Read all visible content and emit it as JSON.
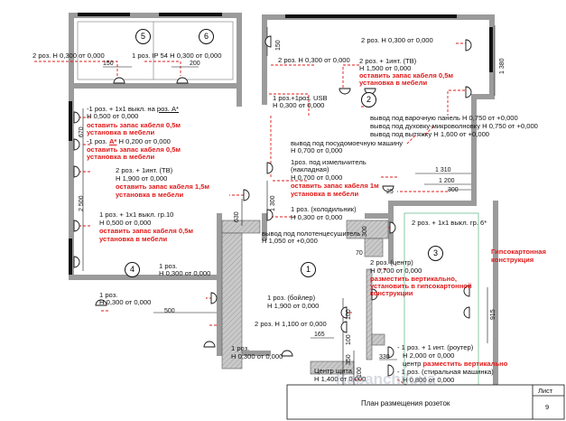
{
  "rooms": [
    "1",
    "2",
    "3",
    "4",
    "5",
    "6"
  ],
  "title_block": {
    "sheet_label": "Лист",
    "sheet_number": "9",
    "plan_title": "План размещения розеток"
  },
  "watermark": "Kabanchik.ua",
  "labels": {
    "r5_outlet": "2 роз. H 0,300 от 0,000",
    "r6_outlet": "1 роз. IP 54 H 0,300 от 0,000",
    "r2_top_right": "2 роз. H 0,300 от 0,000",
    "r2_top_mid": "2 роз. H 0,300 от 0,000",
    "r2_tv_l1": "2 роз. + 1инт. (ТВ)",
    "r2_tv_l2": "H 1,500 от 0,000",
    "r2_tv_red1": "оставить запас кабеля 0,5м",
    "r2_tv_red2": "установка в мебели",
    "usb_l1": "1 роз.+1роз. USB",
    "usb_l2": "H 0,300 от 0,000",
    "hob": "вывод под варочную панель H 0,750 от +0,000",
    "oven": "вывод под духовку-микроволновку H 0,750 от +0,000",
    "hood": "вывод под вытяжку H 1,600 от +0,000",
    "dish_l1": "вывод под посудомоечную машину",
    "dish_l2": "H 0,700 от 0,000",
    "chopper_l1": "1роз. под измельчитель",
    "chopper_l2": "(накладная)",
    "chopper_l3": "H 0,700 от 0,000",
    "chopper_red1": "оставить запас кабеля 1м",
    "chopper_red2": "установка в мебели",
    "fridge_l1": "1 роз. (холодильник)",
    "fridge_l2": "H 0,300 от 0,000",
    "gr6": "2 роз. + 1x1 выкл. гр. 6*",
    "towel": "вывод под полотенцесушитель",
    "towel_h": "H 1,050 от +0,000",
    "r4_a_l1": "-1 роз. + 1x1 выкл. на",
    "r4_a_u1": "роз. А*",
    "r4_a_l2": "H 0,500 от 0,000",
    "r4_a_red1": "оставить запас кабеля 0,5м",
    "r4_a_red2": "установка в мебели",
    "r4_b_l1": "-1 роз.",
    "r4_b_u1": "А*",
    "r4_b_l2": "H 0,200 от 0,000",
    "r4_b_red1": "оставить запас кабеля 0,5м",
    "r4_b_red2": "установка в мебели",
    "r4_tv_l1": "2 роз. + 1инт. (ТВ)",
    "r4_tv_l2": "H 1,900 от 0,000",
    "r4_tv_red1": "оставить запас кабеля 1,5м",
    "r4_tv_red2": "установка в мебели",
    "r4_gr10_l1": "1 роз. + 1x1 выкл. гр.10",
    "r4_gr10_l2": "H 0,500 от 0,000",
    "r4_gr10_red1": "оставить запас кабеля 0,5м",
    "r4_gr10_red2": "установка в мебели",
    "r4_mid_l1": "1 роз.",
    "r4_mid_l2": "H 0,300 от 0,000",
    "r4_low_l1": "1 роз.",
    "r4_low_l2": "H 0,300 от 0,000",
    "center_l1": "2 роз. (центр)",
    "center_l2": "H 0,700 от 0,000",
    "center_red1": "разместить вертикально,",
    "center_red2": "установить в гипсокартонной",
    "center_red3": "конструкции",
    "drywall_l1": "Гипсокартонная",
    "drywall_l2": "конструкция",
    "boiler_l1": "1 роз. (бойлер)",
    "boiler_l2": "H 1,900 от 0,000",
    "hall_l1": "2 роз. H 1,100 от 0,000",
    "entry_l1": "1 роз.",
    "entry_l2": "H 0,300 от 0,000",
    "panel_l1": "Центр щита",
    "panel_l2": "H 1,400 от 0,000",
    "router_l1": "- 1 роз. + 1 инт. (роутер)",
    "router_l2": "H 2,000 от 0,000",
    "router_red1": "разместить вертикально",
    "router_red2": "центр",
    "washer_l1": "- 1 роз. (стиральная машинка)",
    "washer_l2": "H 0,800 от 0,000"
  },
  "dimensions": {
    "d150a": "150",
    "d200": "200",
    "d150b": "150",
    "d1380": "1 380",
    "d670": "670",
    "d2500": "2 500",
    "d1300": "1 300",
    "d630": "630",
    "d1310": "1 310",
    "d1200": "1 200",
    "d300": "300",
    "d25": "25",
    "d70": "70",
    "d300b": "300",
    "d500": "500",
    "d165": "165",
    "d100a": "100",
    "d100b": "100",
    "d350": "350",
    "d100c": "100",
    "d915": "915",
    "d330": "330"
  }
}
